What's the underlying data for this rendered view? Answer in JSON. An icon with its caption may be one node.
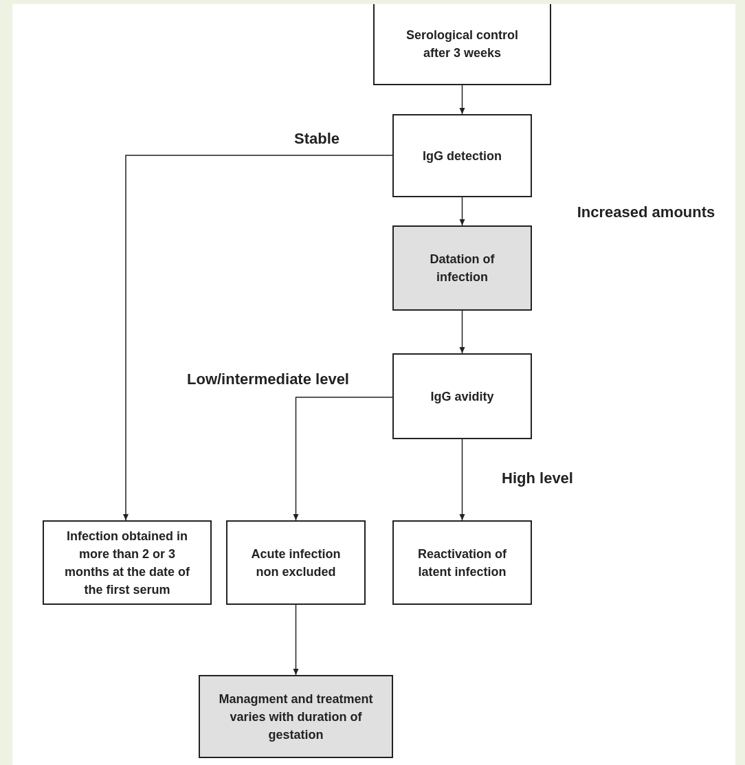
{
  "diagram": {
    "nodes": [
      {
        "text": [
          "Serological control after 3 weeks"
        ]
      },
      {
        "text": [
          "IgG detection"
        ]
      },
      {
        "text": [
          "Datation of infection"
        ]
      },
      {
        "text": [
          "IgG avidity"
        ]
      },
      {
        "text": [
          "Infection obtained in more than 2 or 3 months at the date of the first serum"
        ]
      },
      {
        "text": [
          "Acute infection non excluded"
        ]
      },
      {
        "text": [
          "Reactivation of latent infection"
        ]
      },
      {
        "text": [
          "Managment and treatment varies with duration of gestation"
        ]
      }
    ],
    "edges": [
      {
        "from": 0,
        "to": 1,
        "arrow": "to"
      },
      {
        "from": 1,
        "to": 2,
        "arrow": "to"
      },
      {
        "from": 1,
        "to": 4,
        "arrow": "to",
        "label": "Stable"
      },
      {
        "from": 2,
        "to": 3,
        "arrow": "to"
      },
      {
        "from": 3,
        "to": 5,
        "arrow": "to",
        "label": "Low/intermediate level"
      },
      {
        "from": 3,
        "to": 6,
        "arrow": "to",
        "label": "High level"
      },
      {
        "from": 5,
        "to": 7,
        "arrow": "to"
      }
    ],
    "labels": [
      "Increased amounts"
    ]
  }
}
